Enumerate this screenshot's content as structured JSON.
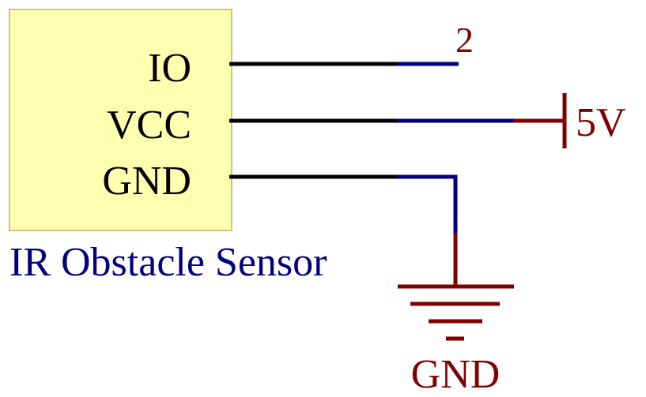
{
  "component": {
    "name": "IR Obstacle Sensor",
    "pins": [
      {
        "label": "IO"
      },
      {
        "label": "VCC"
      },
      {
        "label": "GND"
      }
    ]
  },
  "nets": {
    "io_net_label": "2",
    "power_label": "5V",
    "ground_label": "GND"
  },
  "colors": {
    "component_fill": "#FFFFB0",
    "component_border": "#C9A86A",
    "pin_wire": "#000000",
    "net_wire": "#00007F",
    "power_symbol": "#800000",
    "label_text": "#000000",
    "component_name": "#00007F",
    "net_label": "#800000"
  }
}
